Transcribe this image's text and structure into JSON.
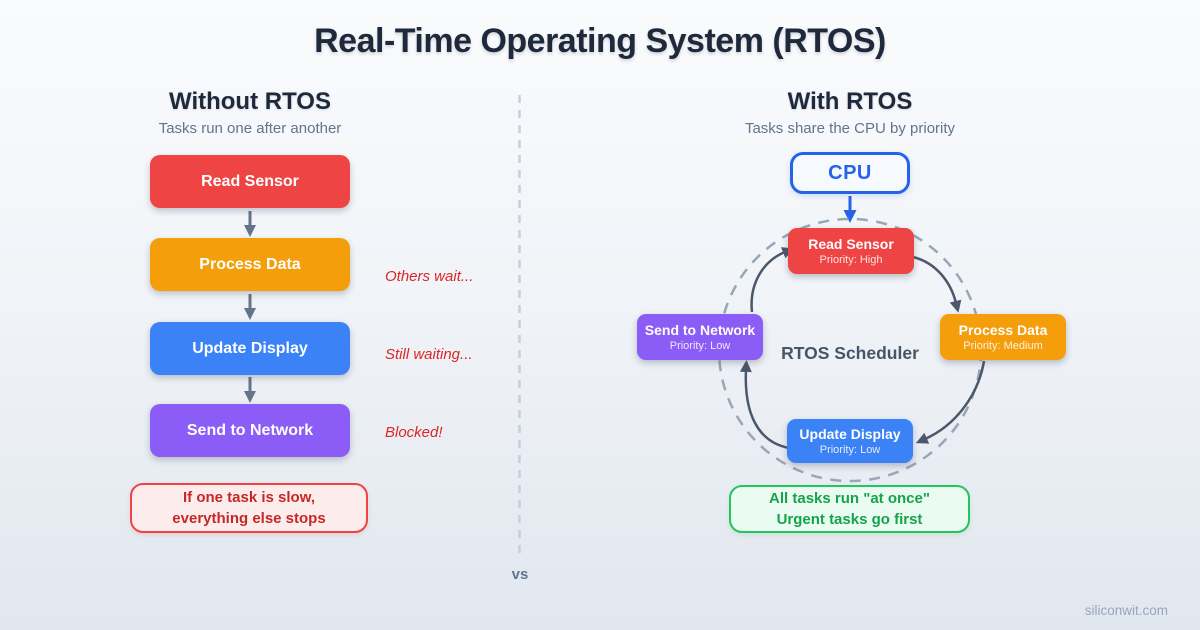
{
  "title": "Real-Time Operating System (RTOS)",
  "vs_label": "vs",
  "watermark": "siliconwit.com",
  "colors": {
    "task_red": "#ef4444",
    "task_orange": "#f59e0b",
    "task_blue": "#3b82f6",
    "task_purple": "#8b5cf6",
    "annotation_red": "#dc2626",
    "warning_border": "#ef4444",
    "benefit_border": "#22c55e",
    "cpu_accent": "#2563eb",
    "scheduler_gray": "#475569"
  },
  "without_rtos": {
    "heading": "Without RTOS",
    "subtitle": "Tasks run one after another",
    "tasks": [
      {
        "label": "Read Sensor",
        "color": "#ef4444"
      },
      {
        "label": "Process Data",
        "color": "#f59e0b",
        "annotation": "Others wait..."
      },
      {
        "label": "Update Display",
        "color": "#3b82f6",
        "annotation": "Still waiting..."
      },
      {
        "label": "Send to Network",
        "color": "#8b5cf6",
        "annotation": "Blocked!"
      }
    ],
    "warning_note": {
      "line1": "If one task is slow,",
      "line2": "everything else stops"
    }
  },
  "with_rtos": {
    "heading": "With RTOS",
    "subtitle": "Tasks share the CPU by priority",
    "cpu_label": "CPU",
    "scheduler_label": "RTOS Scheduler",
    "tasks": [
      {
        "label": "Read Sensor",
        "priority": "Priority: High",
        "color": "#ef4444"
      },
      {
        "label": "Process Data",
        "priority": "Priority: Medium",
        "color": "#f59e0b"
      },
      {
        "label": "Update Display",
        "priority": "Priority: Low",
        "color": "#3b82f6"
      },
      {
        "label": "Send to Network",
        "priority": "Priority: Low",
        "color": "#8b5cf6"
      }
    ],
    "benefit_note": {
      "line1": "All tasks run \"at once\"",
      "line2": "Urgent tasks go first"
    }
  }
}
